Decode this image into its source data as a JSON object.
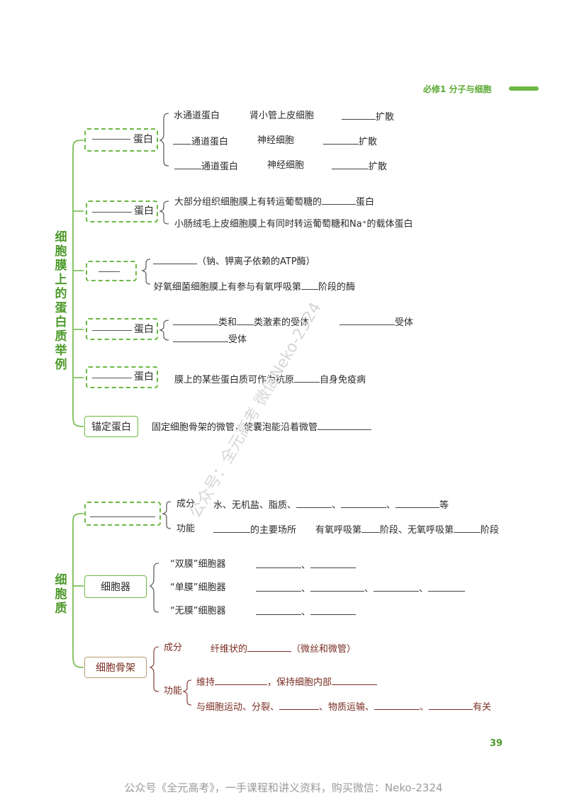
{
  "header": {
    "title": "必修1  分子与细胞",
    "accent": "#6cb843"
  },
  "section1": {
    "label": "细胞膜上的蛋白质举例",
    "groups": {
      "g1_box": "蛋白",
      "g1_rows": [
        {
          "a": "水通道蛋白",
          "b": "肾小管上皮细胞",
          "c": "扩散"
        },
        {
          "a": "通道蛋白",
          "b": "神经细胞",
          "c": "扩散"
        },
        {
          "a": "通道蛋白",
          "b": "神经细胞",
          "c": "扩散"
        }
      ],
      "g2_box": "蛋白",
      "g2_row1_pre": "大部分组织细胞膜上有转运葡萄糖的",
      "g2_row1_post": "蛋白",
      "g2_row2": "小肠绒毛上皮细胞膜上有同时转运葡萄糖和Na⁺的载体蛋白",
      "g3_row1": "（钠、钾离子依赖的ATP酶）",
      "g3_row2_pre": "好氧细菌细胞膜上有参与有氧呼吸第",
      "g3_row2_post": "阶段的酶",
      "g4_box": "蛋白",
      "g4_row1_a": "类和",
      "g4_row1_b": "类激素的受体",
      "g4_row1_c": "受体",
      "g4_row2": "受体",
      "g5_box": "蛋白",
      "g5_row1_a": "膜上的某些蛋白质可作为抗原",
      "g5_row1_b": "自身免疫病",
      "g6_box": "锚定蛋白",
      "g6_row1": "固定细胞骨架的微管，使囊泡能沿着微管"
    }
  },
  "section2": {
    "label": "细胞质",
    "sub1": {
      "r1_a": "成分",
      "r1_b": "水、无机盐、脂质、",
      "r1_sep": "、",
      "r1_end": "等",
      "r2_a": "功能",
      "r2_b": "的主要场所",
      "r2_c": "有氧呼吸第",
      "r2_d": "阶段、无氧呼吸第",
      "r2_e": "阶段"
    },
    "sub2": {
      "box": "细胞器",
      "r1": "“双膜”细胞器",
      "r2": "“单膜”细胞器",
      "r3": "“无膜”细胞器",
      "sep": "、"
    },
    "sub3": {
      "box": "细胞骨架",
      "r1_a": "成分",
      "r1_b": "纤维状的",
      "r1_c": "（微丝和微管）",
      "r2_a": "功能",
      "r2_b": "维持",
      "r2_c": "，保持细胞内部",
      "r3_a": "与细胞运动、分裂、",
      "r3_b": "、物质运输、",
      "r3_sep": "、",
      "r3_c": "有关"
    }
  },
  "footer": {
    "page_number": "39",
    "notice": "公众号《全元高考》，一手课程和讲义资料，购买微信：Neko-2324"
  },
  "watermark_text": "公众号：全元高考  微信Neko-2324"
}
